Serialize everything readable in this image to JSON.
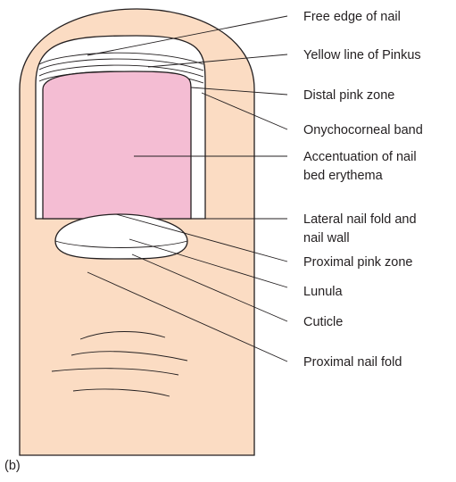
{
  "figure": {
    "panel_letter": "(b)",
    "colors": {
      "skin": "#fbdcc3",
      "nail_bed": "#f4bdd3",
      "lunula": "#ffffff",
      "free_edge": "#ffffff",
      "outline": "#231f20"
    }
  },
  "labels": [
    {
      "id": "free-edge",
      "lines": [
        "Free edge of nail"
      ]
    },
    {
      "id": "yellow-line",
      "lines": [
        "Yellow line of Pinkus"
      ]
    },
    {
      "id": "distal-pink-zone",
      "lines": [
        "Distal pink zone"
      ]
    },
    {
      "id": "onychocorneal-band",
      "lines": [
        "Onychocorneal band"
      ]
    },
    {
      "id": "erythema",
      "lines": [
        "Accentuation of nail",
        "bed erythema"
      ]
    },
    {
      "id": "lateral-fold",
      "lines": [
        "Lateral nail fold and",
        "nail wall"
      ]
    },
    {
      "id": "proximal-pink-zone",
      "lines": [
        "Proximal pink zone"
      ]
    },
    {
      "id": "lunula",
      "lines": [
        "Lunula"
      ]
    },
    {
      "id": "cuticle",
      "lines": [
        "Cuticle"
      ]
    },
    {
      "id": "proximal-nail-fold",
      "lines": [
        "Proximal nail fold"
      ]
    }
  ]
}
